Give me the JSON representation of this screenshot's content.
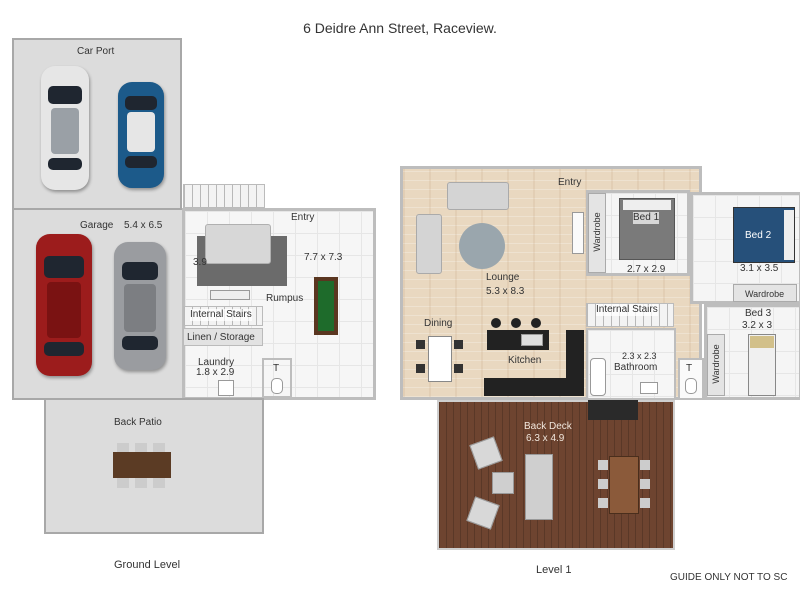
{
  "title": "6 Deidre Ann Street, Raceview.",
  "ground": {
    "level_label": "Ground Level",
    "car_port": "Car Port",
    "garage": "Garage",
    "garage_dim": "5.4 x 6.5",
    "entry": "Entry",
    "rumpus_dim": "7.7 x 7.3",
    "rumpus": "Rumpus",
    "dim_3_9": "3.9",
    "internal_stairs": "Internal Stairs",
    "linen_storage": "Linen / Storage",
    "laundry": "Laundry",
    "laundry_dim": "1.8 x 2.9",
    "toilet": "T",
    "back_patio": "Back Patio"
  },
  "level1": {
    "level_label": "Level 1",
    "entry": "Entry",
    "lounge": "Lounge",
    "lounge_dim": "5.3 x 8.3",
    "dining": "Dining",
    "kitchen": "Kitchen",
    "bed1": "Bed 1",
    "bed1_dim": "2.7 x 2.9",
    "bed2": "Bed 2",
    "bed2_dim": "3.1 x 3.5",
    "bed3": "Bed 3",
    "bed3_dim": "3.2 x 3",
    "wardrobe": "Wardrobe",
    "internal_stairs": "Internal Stairs",
    "bathroom": "Bathroom",
    "bathroom_dim": "2.3 x 2.3",
    "toilet": "T",
    "back_deck": "Back Deck",
    "back_deck_dim": "6.3 x 4.9"
  },
  "disclaimer": "GUIDE ONLY NOT TO SC",
  "colors": {
    "car_white": "#e6e6e6",
    "car_blue": "#1c5a8a",
    "car_red": "#9c1c1c",
    "car_silver": "#9a9ca0",
    "deck": "#6e4430",
    "timber": "#e9d8c0"
  }
}
